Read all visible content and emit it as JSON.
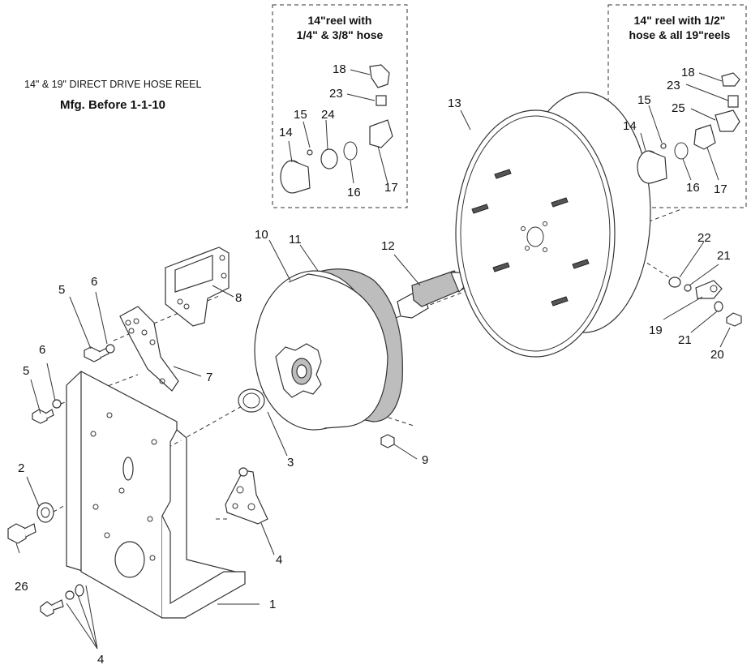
{
  "header": {
    "title": "14\" & 19\" DIRECT DRIVE HOSE REEL",
    "subtitle": "Mfg. Before 1-1-10"
  },
  "insets": [
    {
      "title_line1": "14\"reel with",
      "title_line2": "1/4\" & 3/8\" hose"
    },
    {
      "title_line1": "14\" reel with 1/2\"",
      "title_line2": "hose & all 19\"reels"
    }
  ],
  "callouts": {
    "c1": "1",
    "c2": "2",
    "c3": "3",
    "c4a": "4",
    "c4b": "4",
    "c5a": "5",
    "c5b": "5",
    "c6a": "6",
    "c6b": "6",
    "c7": "7",
    "c8": "8",
    "c9": "9",
    "c10": "10",
    "c11": "11",
    "c12": "12",
    "c13": "13",
    "c19": "19",
    "c20": "20",
    "c21a": "21",
    "c21b": "21",
    "c22": "22",
    "c26": "26",
    "i1_14": "14",
    "i1_15": "15",
    "i1_16": "16",
    "i1_17": "17",
    "i1_18": "18",
    "i1_23": "23",
    "i1_24": "24",
    "i2_14": "14",
    "i2_15": "15",
    "i2_16": "16",
    "i2_17": "17",
    "i2_18": "18",
    "i2_23": "23",
    "i2_25": "25"
  }
}
